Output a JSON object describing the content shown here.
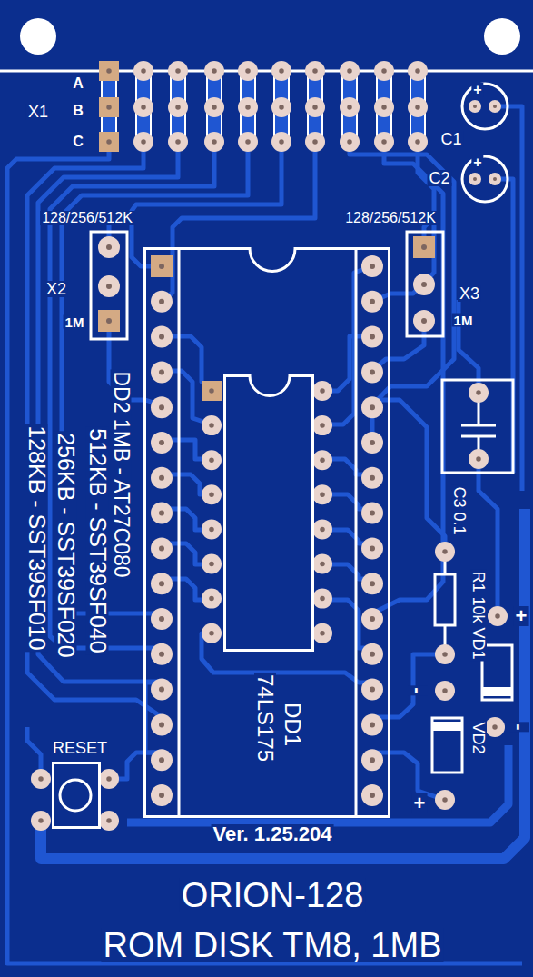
{
  "diagram": {
    "nodes": [
      {
        "text": [
          "DD2 1MB - AT27C080"
        ]
      },
      {
        "text": [
          "DD1",
          "74LS175"
        ],
        "in": 0
      },
      {
        "text": [
          "RESET"
        ]
      }
    ],
    "labels": [
      "X1",
      "A",
      "B",
      "C",
      "+",
      "C1",
      "+",
      "C2",
      "128/256/512K",
      "128/256/512K",
      "X2",
      "1M",
      "X3",
      "1M",
      "512KB - SST39SF040",
      "256KB - SST39SF020",
      "128KB - SST39SF010",
      "C3 0.1",
      "R1 10k",
      "+",
      "VD1",
      "-",
      "VD2",
      "-",
      "+",
      "Ver. 1.25.204",
      "ORION-128",
      "ROM DISK TM8, 1MB"
    ]
  }
}
